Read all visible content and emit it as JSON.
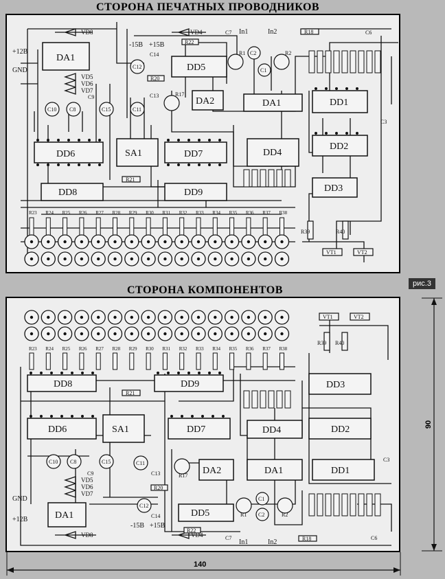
{
  "titles": {
    "top": "СТОРОНА ПЕЧАТНЫХ ПРОВОДНИКОВ",
    "bottom": "СТОРОНА КОМПОНЕНТОВ"
  },
  "figure_label": "рис.3",
  "dimensions": {
    "width": "140",
    "height": "90"
  },
  "labels": {
    "plus12": "+12В",
    "gnd": "GND",
    "minus15": "-15В",
    "plus15": "+15В",
    "in1": "In1",
    "in2": "In2"
  },
  "chips": {
    "DA1": "DA1",
    "DA1b": "DA1",
    "DA2": "DA2",
    "DD1": "DD1",
    "DD2": "DD2",
    "DD3": "DD3",
    "DD4": "DD4",
    "DD5": "DD5",
    "DD6": "DD6",
    "DD7": "DD7",
    "DD8": "DD8",
    "DD9": "DD9",
    "SA1": "SA1"
  },
  "components": {
    "VD8": "VD8",
    "VD4": "VD4",
    "VD5": "VD5",
    "VD6": "VD6",
    "VD7": "VD7",
    "C1": "C1",
    "C2": "C2",
    "C3": "C3",
    "C6": "C6",
    "C7": "C7",
    "C8": "C8",
    "C9": "C9",
    "C10": "C10",
    "C11": "C11",
    "C12": "C12",
    "C13": "C13",
    "C14": "C14",
    "C15": "C15",
    "R1": "R1",
    "R2": "R2",
    "R17": "R17",
    "R18": "R18",
    "R20": "R20",
    "R21": "R21",
    "R22": "R22",
    "R39": "R39",
    "R40": "R40",
    "VT1": "VT1",
    "VT2": "VT2"
  },
  "resistor_row": [
    "R23",
    "R24",
    "R25",
    "R26",
    "R27",
    "R28",
    "R29",
    "R30",
    "R31",
    "R32",
    "R33",
    "R34",
    "R35",
    "R36",
    "R37",
    "R38"
  ]
}
